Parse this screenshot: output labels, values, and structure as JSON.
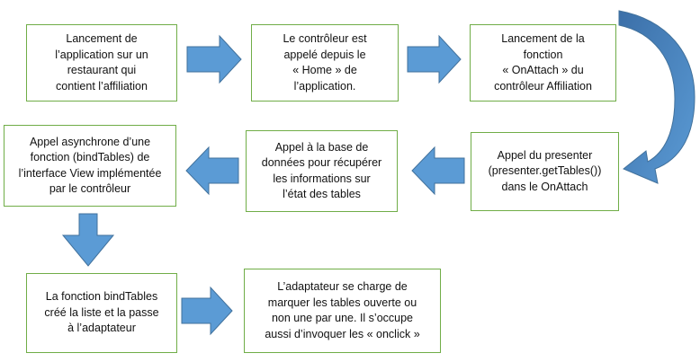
{
  "colors": {
    "box_border": "#70ad47",
    "arrow_fill": "#5b9bd5",
    "arrow_stroke": "#41719c",
    "text": "#111111"
  },
  "steps": [
    {
      "id": 1,
      "text": "Lancement de\nl’application sur un\nrestaurant qui\ncontient l’affiliation"
    },
    {
      "id": 2,
      "text": "Le contrôleur est\nappelé depuis le\n« Home » de\nl’application."
    },
    {
      "id": 3,
      "text": "Lancement de la\nfonction\n« OnAttach » du\ncontrôleur Affiliation"
    },
    {
      "id": 4,
      "text": "Appel du presenter\n(presenter.getTables())\ndans le OnAttach"
    },
    {
      "id": 5,
      "text": "Appel à la base de\ndonnées pour récupérer\nles informations sur\nl’état des tables"
    },
    {
      "id": 6,
      "text": "Appel asynchrone d’une\nfonction (bindTables)  de\nl’interface View implémentée\npar le contrôleur"
    },
    {
      "id": 7,
      "text": "La fonction bindTables\ncréé la liste et la passe\nà l’adaptateur"
    },
    {
      "id": 8,
      "text": "L’adaptateur se charge de\nmarquer les tables ouverte ou\nnon une par une. Il s’occupe\naussi d’invoquer les « onclick »"
    }
  ],
  "flow": [
    {
      "from": 1,
      "to": 2,
      "direction": "right"
    },
    {
      "from": 2,
      "to": 3,
      "direction": "right"
    },
    {
      "from": 3,
      "to": 4,
      "direction": "curved-down"
    },
    {
      "from": 4,
      "to": 5,
      "direction": "left"
    },
    {
      "from": 5,
      "to": 6,
      "direction": "left"
    },
    {
      "from": 6,
      "to": 7,
      "direction": "down"
    },
    {
      "from": 7,
      "to": 8,
      "direction": "right"
    }
  ]
}
